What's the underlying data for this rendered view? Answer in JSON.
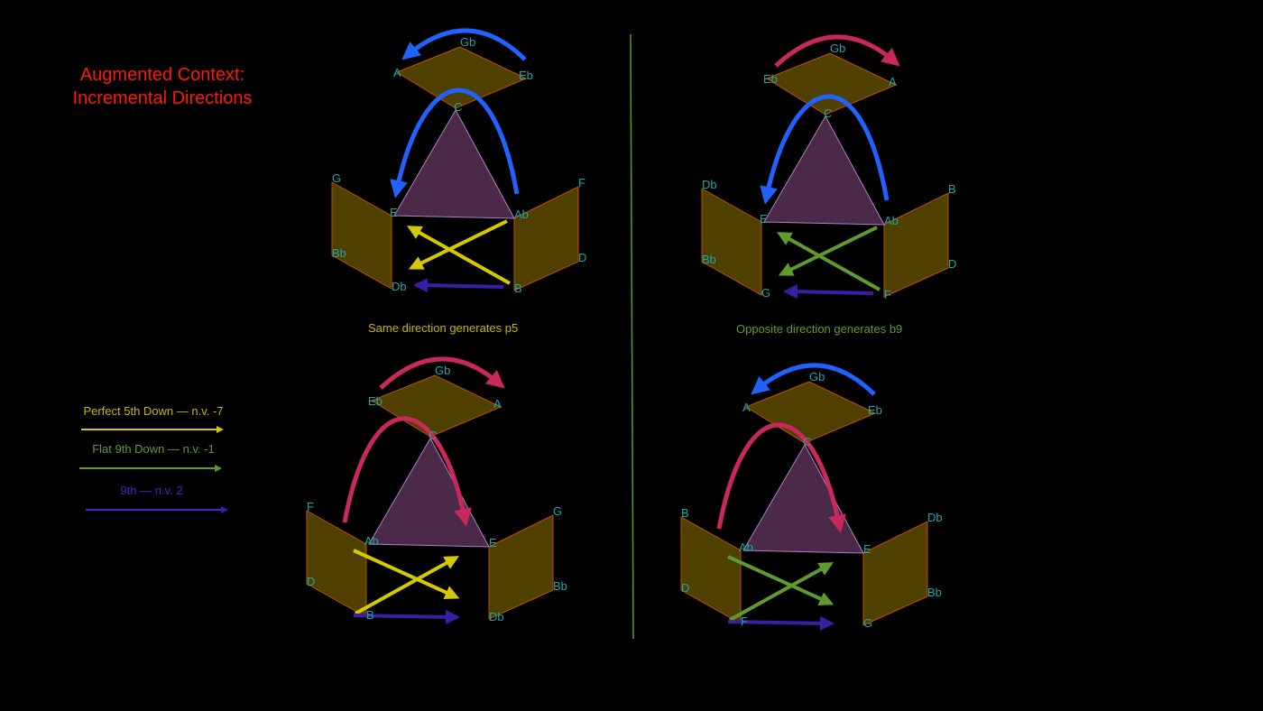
{
  "title": {
    "line1": "Augmented Context:",
    "line2": "Incremental Directions"
  },
  "captions": {
    "same": "Same direction generates p5",
    "opposite": "Opposite direction generates b9"
  },
  "legend": [
    {
      "label": "Perfect 5th Down — n.v. -7",
      "color": "#d4c800"
    },
    {
      "label": "Flat 9th Down — n.v. -1",
      "color": "#5f9a2e"
    },
    {
      "label": "9th — n.v.  2",
      "color": "#4a22c8"
    }
  ],
  "colors": {
    "blue": "#2162ff",
    "crimson": "#c8285a",
    "yellow": "#d4c800",
    "green": "#5f9a2e",
    "purple": "#3b1ea8",
    "label": "#1fa5a5",
    "divider": "#5f9a2e",
    "panel": "#504000",
    "triangle": "#4a2a48"
  },
  "diagrams": [
    {
      "name": "top-left",
      "labels": [
        "A",
        "Gb",
        "Eb",
        "C",
        "E",
        "Ab",
        "G",
        "Bb",
        "Db",
        "F",
        "D",
        "B"
      ],
      "top_arc": {
        "color": "blue",
        "direction": "left"
      },
      "big_arc": {
        "color": "blue",
        "direction": "left"
      },
      "cross": {
        "color": "yellow",
        "direction": "left"
      },
      "bottom": {
        "color": "purple",
        "direction": "left"
      }
    },
    {
      "name": "top-right",
      "labels": [
        "Eb",
        "Gb",
        "A",
        "C",
        "E",
        "Ab",
        "Db",
        "Bb",
        "G",
        "B",
        "D",
        "F"
      ],
      "top_arc": {
        "color": "crimson",
        "direction": "right"
      },
      "big_arc": {
        "color": "blue",
        "direction": "left"
      },
      "cross": {
        "color": "green",
        "direction": "left"
      },
      "bottom": {
        "color": "purple",
        "direction": "left"
      }
    },
    {
      "name": "bottom-left",
      "labels": [
        "Eb",
        "Gb",
        "A",
        "C",
        "Ab",
        "E",
        "F",
        "D",
        "B",
        "G",
        "Bb",
        "Db"
      ],
      "top_arc": {
        "color": "crimson",
        "direction": "right"
      },
      "big_arc": {
        "color": "crimson",
        "direction": "right"
      },
      "cross": {
        "color": "yellow",
        "direction": "right"
      },
      "bottom": {
        "color": "purple",
        "direction": "right"
      }
    },
    {
      "name": "bottom-right",
      "labels": [
        "A",
        "Gb",
        "Eb",
        "C",
        "Ab",
        "E",
        "B",
        "D",
        "F",
        "Db",
        "Bb",
        "G"
      ],
      "top_arc": {
        "color": "blue",
        "direction": "left"
      },
      "big_arc": {
        "color": "crimson",
        "direction": "right"
      },
      "cross": {
        "color": "green",
        "direction": "right"
      },
      "bottom": {
        "color": "purple",
        "direction": "right"
      }
    }
  ]
}
